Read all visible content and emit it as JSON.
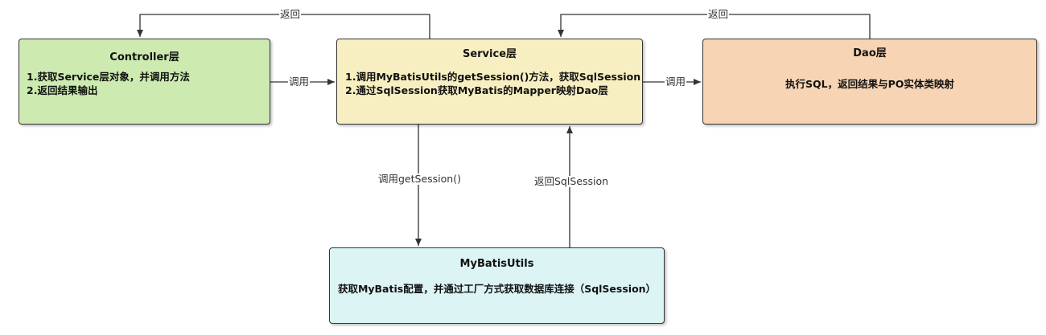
{
  "nodes": {
    "controller": {
      "title": "Controller层",
      "lines": [
        "1.获取Service层对象，并调用方法",
        "2.返回结果输出"
      ],
      "fill": "#cdebb0"
    },
    "service": {
      "title": "Service层",
      "lines": [
        "1.调用MyBatisUtils的getSession()方法，获取SqlSession",
        "2.通过SqlSession获取MyBatis的Mapper映射Dao层"
      ],
      "fill": "#f7efc1"
    },
    "dao": {
      "title": "Dao层",
      "lines": [
        "执行SQL，返回结果与PO实体类映射"
      ],
      "fill": "#f7d4b4"
    },
    "utils": {
      "title": "MyBatisUtils",
      "lines": [
        "获取MyBatis配置，并通过工厂方式获取数据库连接（SqlSession）"
      ],
      "fill": "#dcf4f4"
    }
  },
  "edges": {
    "controller_to_service": "调用",
    "service_to_controller": "返回",
    "service_to_dao": "调用",
    "dao_to_service": "返回",
    "service_to_utils": "调用getSession()",
    "utils_to_service": "返回SqlSession"
  },
  "colors": {
    "stroke": "#333333"
  }
}
